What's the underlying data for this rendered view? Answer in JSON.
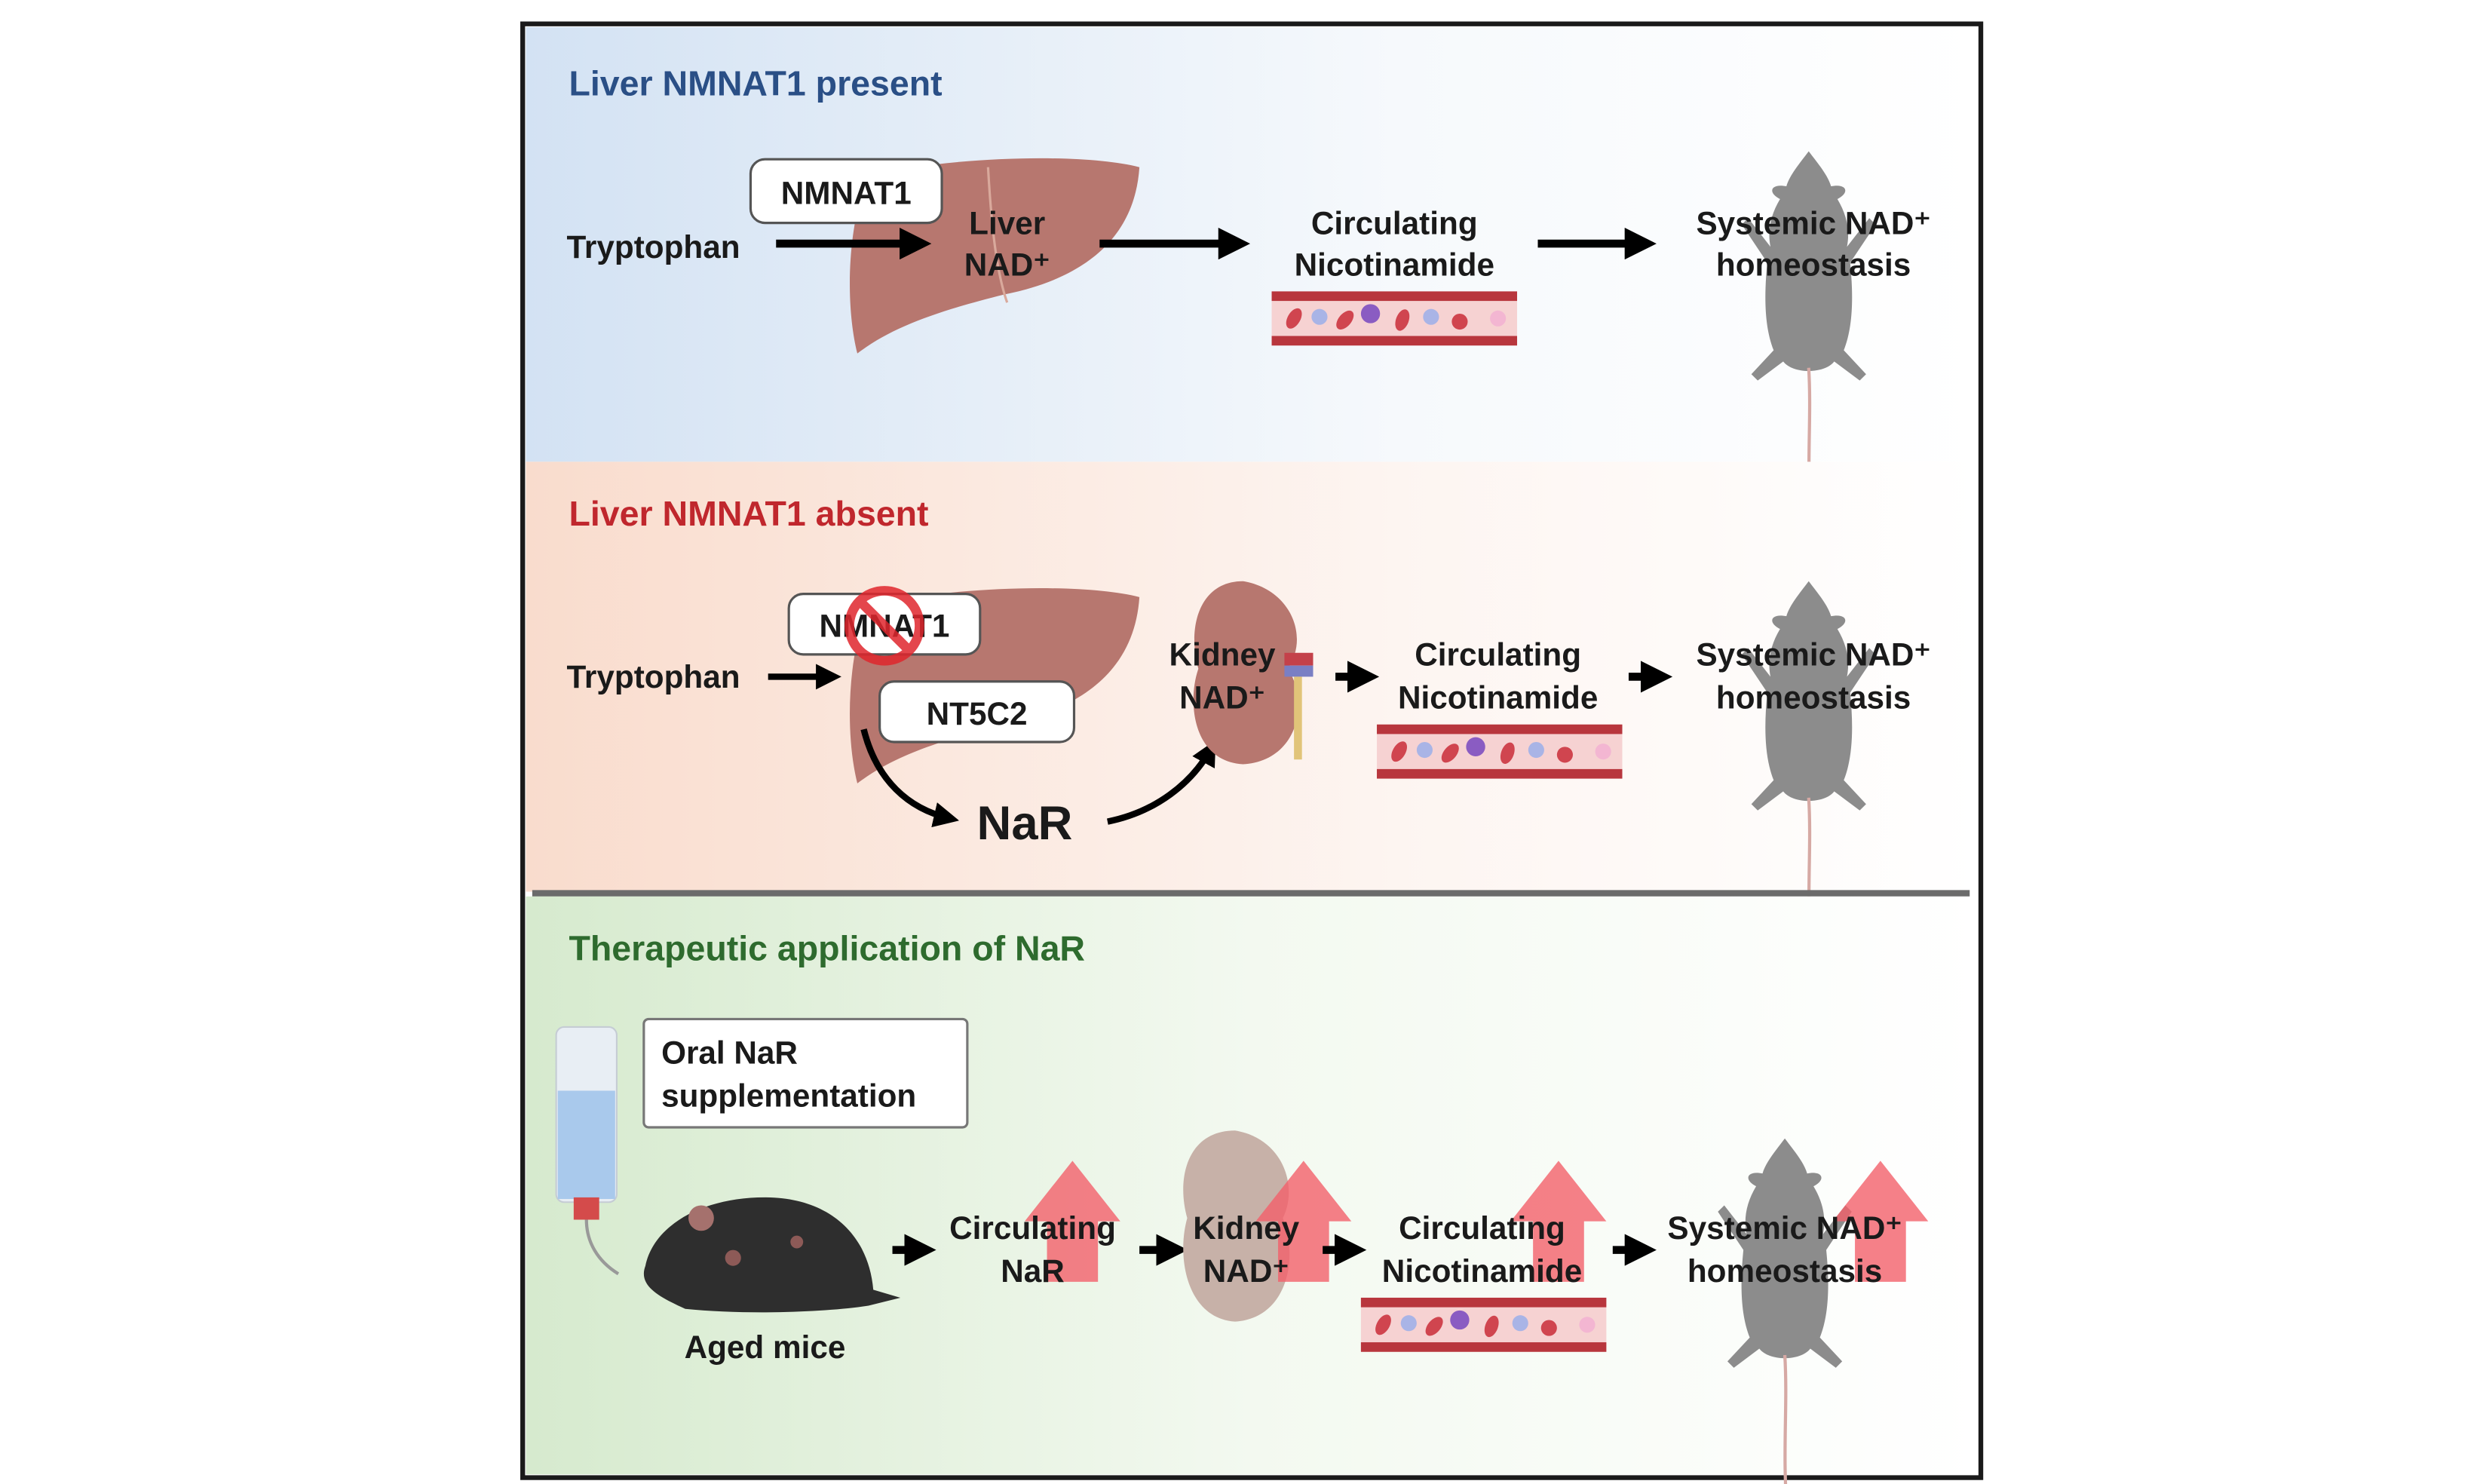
{
  "colors": {
    "present": "#2a4f86",
    "absent": "#c0272d",
    "therapeutic": "#2e6b2e",
    "liver": "#b7776f",
    "increase_arrow": "#f2606a"
  },
  "panel_present": {
    "title": "Liver NMNAT1 present",
    "input": "Tryptophan",
    "enzyme": "NMNAT1",
    "organ": [
      "Liver",
      "NAD⁺"
    ],
    "circulating": [
      "Circulating",
      "Nicotinamide"
    ],
    "outcome": [
      "Systemic NAD⁺",
      "homeostasis"
    ]
  },
  "panel_absent": {
    "title": "Liver NMNAT1 absent",
    "input": "Tryptophan",
    "enzyme_blocked": "NMNAT1",
    "enzyme": "NT5C2",
    "product": "NaR",
    "organ": [
      "Kidney",
      "NAD⁺"
    ],
    "circulating": [
      "Circulating",
      "Nicotinamide"
    ],
    "outcome": [
      "Systemic NAD⁺",
      "homeostasis"
    ]
  },
  "panel_therapeutic": {
    "title": "Therapeutic application of NaR",
    "treatment": [
      "Oral NaR",
      "supplementation"
    ],
    "subject": "Aged mice",
    "circulating_nar": [
      "Circulating",
      "NaR"
    ],
    "organ": [
      "Kidney",
      "NAD⁺"
    ],
    "circulating": [
      "Circulating",
      "Nicotinamide"
    ],
    "outcome": [
      "Systemic NAD⁺",
      "homeostasis"
    ]
  }
}
